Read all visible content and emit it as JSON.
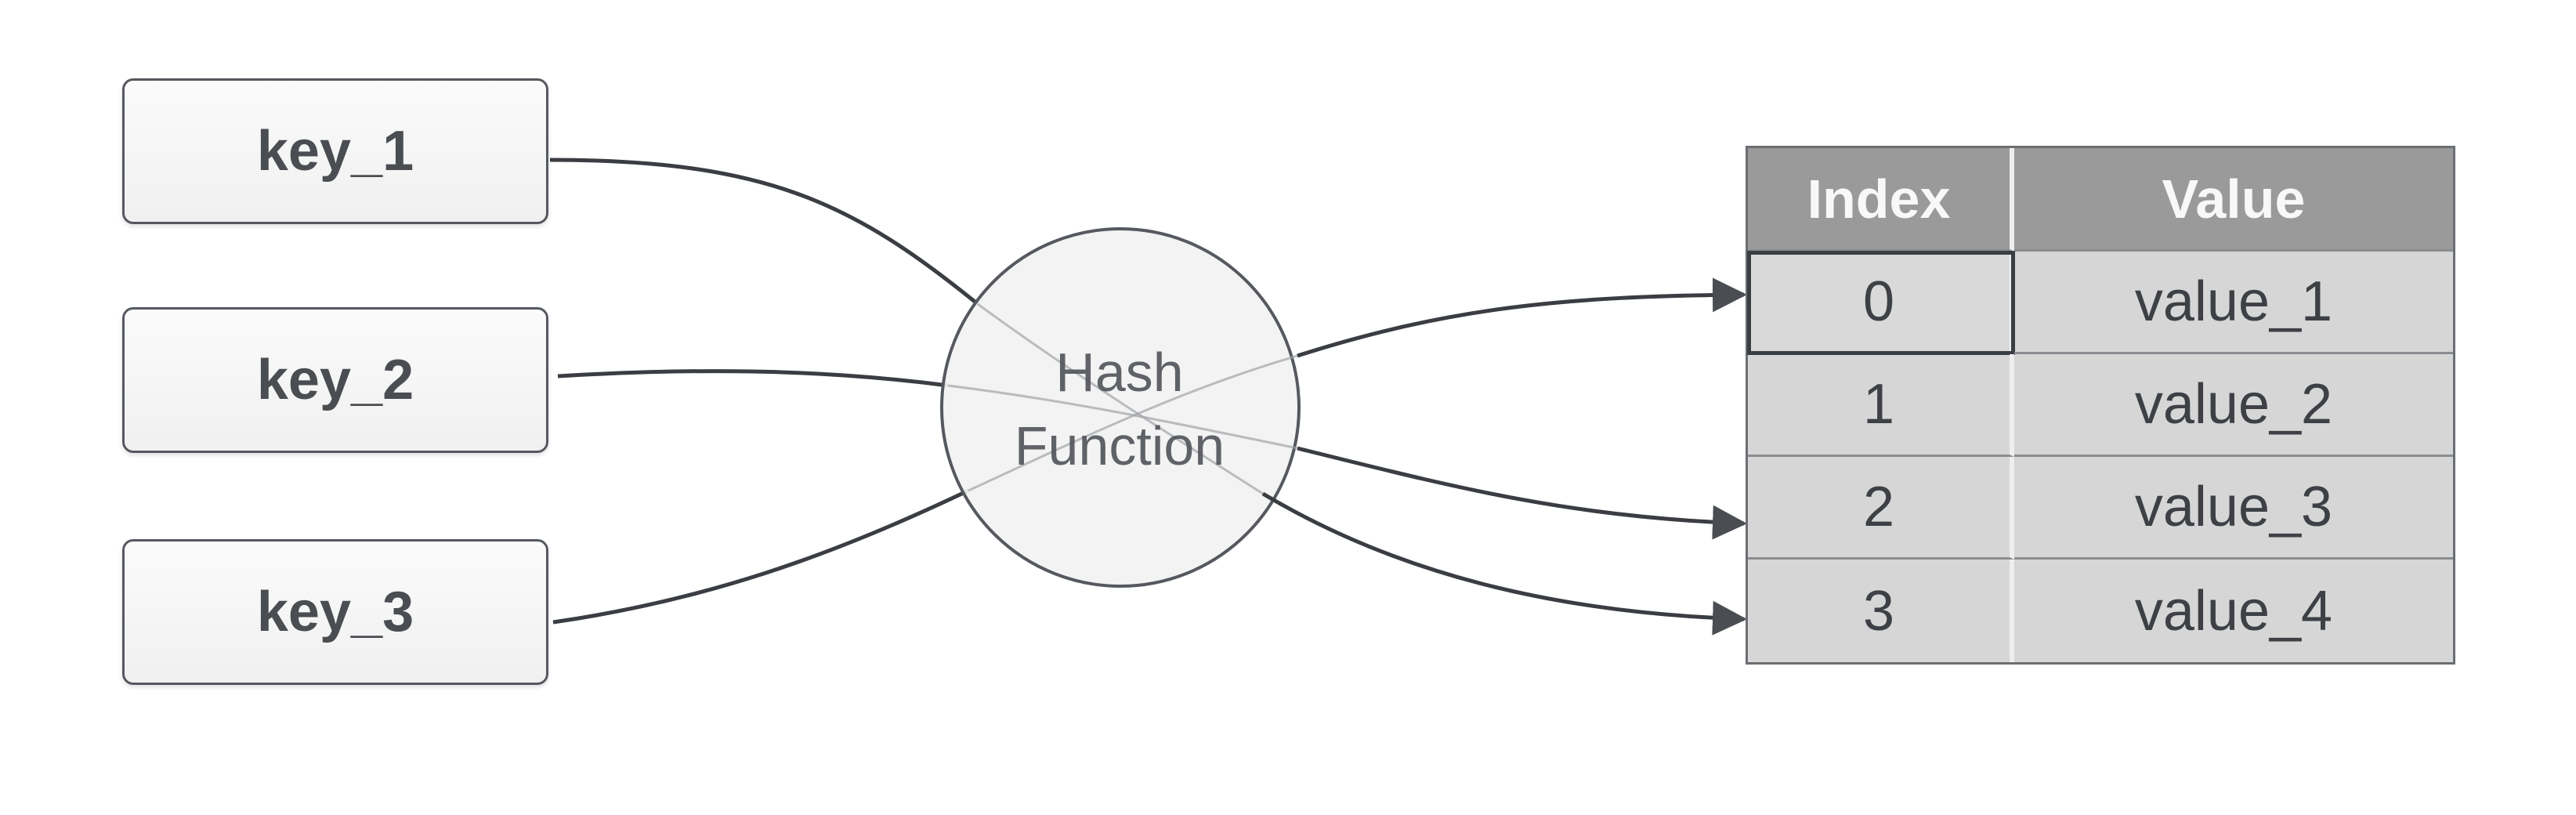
{
  "keys": [
    "key_1",
    "key_2",
    "key_3"
  ],
  "hash_function": {
    "line1": "Hash",
    "line2": "Function"
  },
  "table": {
    "headers": {
      "index": "Index",
      "value": "Value"
    },
    "rows": [
      {
        "index": "0",
        "value": "value_1"
      },
      {
        "index": "1",
        "value": "value_2"
      },
      {
        "index": "2",
        "value": "value_3"
      },
      {
        "index": "3",
        "value": "value_4"
      }
    ]
  },
  "colors": {
    "line": "#3a3d42",
    "circle_fill": "#f2f2f2",
    "circle_stroke": "#55595f",
    "table_header": "#9a9a9a",
    "table_cell": "#d6d6d6"
  }
}
